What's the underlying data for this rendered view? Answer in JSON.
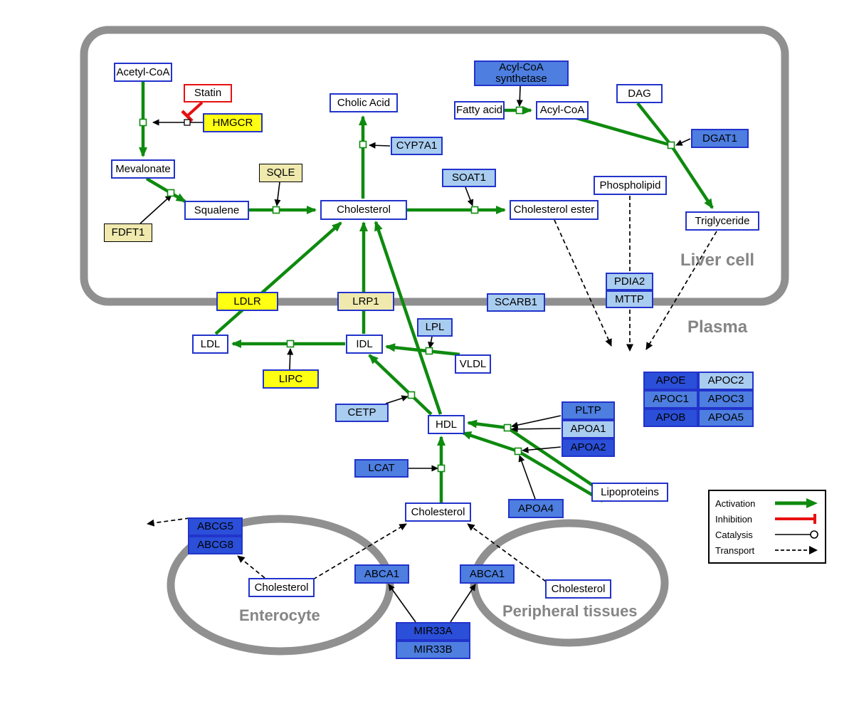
{
  "compartments": {
    "liver_label": "Liver cell",
    "plasma_label": "Plasma",
    "enterocyte_label": "Enterocyte",
    "peripheral_label": "Peripheral tissues"
  },
  "nodes": {
    "acetyl_coa": "Acetyl-CoA",
    "statin": "Statin",
    "hmgcr": "HMGCR",
    "mevalonate": "Mevalonate",
    "fdft1": "FDFT1",
    "squalene": "Squalene",
    "sqle": "SQLE",
    "cholesterol_liver": "Cholesterol",
    "cholic_acid": "Cholic Acid",
    "cyp7a1": "CYP7A1",
    "soat1": "SOAT1",
    "cholesterol_ester": "Cholesterol ester",
    "acyl_coa_synthetase": "Acyl-CoA synthetase",
    "fatty_acid": "Fatty acid",
    "acyl_coa": "Acyl-CoA",
    "dag": "DAG",
    "dgat1": "DGAT1",
    "phospholipid": "Phospholipid",
    "triglyceride": "Triglyceride",
    "pdia2": "PDIA2",
    "mttp": "MTTP",
    "ldlr": "LDLR",
    "lrp1": "LRP1",
    "scarb1": "SCARB1",
    "ldl": "LDL",
    "idl": "IDL",
    "lipc": "LIPC",
    "lpl": "LPL",
    "vldl": "VLDL",
    "cetp": "CETP",
    "hdl": "HDL",
    "lcat": "LCAT",
    "pltp": "PLTP",
    "apoa1": "APOA1",
    "apoa2": "APOA2",
    "apoa4": "APOA4",
    "lipoproteins": "Lipoproteins",
    "apoe": "APOE",
    "apoc2": "APOC2",
    "apoc1": "APOC1",
    "apoc3": "APOC3",
    "apob": "APOB",
    "apoa5": "APOA5",
    "cholesterol_plasma": "Cholesterol",
    "abcg5": "ABCG5",
    "abcg8": "ABCG8",
    "cholesterol_enterocyte": "Cholesterol",
    "abca1_enterocyte": "ABCA1",
    "abca1_peripheral": "ABCA1",
    "cholesterol_peripheral": "Cholesterol",
    "mir33a": "MIR33A",
    "mir33b": "MIR33B"
  },
  "legend": {
    "activation": "Activation",
    "inhibition": "Inhibition",
    "catalysis": "Catalysis",
    "transport": "Transport"
  },
  "colors": {
    "activation_green": "#0e8a0e",
    "inhibition_red": "#e81010",
    "metabolite_border_blue": "#2233cc",
    "enzyme_light_blue": "#a9cdf0",
    "enzyme_medium_blue": "#4d7ee0",
    "enzyme_dark_blue": "#2b4fd8",
    "highlight_yellow": "#ffff12",
    "pale_yellow": "#efe9ae",
    "membrane_gray": "#909090"
  }
}
